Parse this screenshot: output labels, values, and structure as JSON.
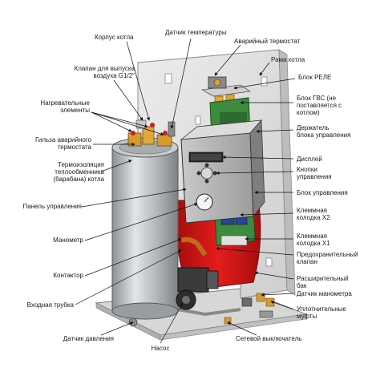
{
  "labels": {
    "korpus": "Корпус котла",
    "datchik_temp": "Датчик температуры",
    "avar_termostat": "Аварийный термостат",
    "rama": "Рама котла",
    "klapan_line1": "Клапан для выпуска",
    "klapan_line2": "воздуха G1/2\"",
    "blok_rele": "Блок РЕЛЕ",
    "nagrev_line1": "Нагревательные",
    "nagrev_line2": "элементы",
    "blok_gvs_line1": "Блок ГВС (не",
    "blok_gvs_line2": "поставляется с",
    "blok_gvs_line3": "котлом)",
    "gilza_line1": "Гильза аварийного",
    "gilza_line2": "термостата",
    "derzhatel_line1": "Держатель",
    "derzhatel_line2": "блока управления",
    "izol_line1": "Термоизоляция",
    "izol_line2": "теплообменника",
    "izol_line3": "(барабана) котла",
    "displei": "Дисплей",
    "knopki_line1": "Кнопки",
    "knopki_line2": "управления",
    "blok_upr": "Блок управления",
    "panel_upr": "Панель управления",
    "kolodka_x2_line1": "Клеммная",
    "kolodka_x2_line2": "колодка X2",
    "manometr": "Манометр",
    "kolodka_x1_line1": "Клеммная",
    "kolodka_x1_line2": "колодка X1",
    "predohr_line1": "Предохранительный",
    "predohr_line2": "клапан",
    "kontaktor": "Контактор",
    "rasshir_line1": "Расширительный",
    "rasshir_line2": "бак",
    "datchik_manometra": "Датчик манометра",
    "vhodnaya": "Входная трубка",
    "uplotn_line1": "Уплотнительные",
    "uplotn_line2": "муфты",
    "datchik_davl": "Датчик давления",
    "nasos": "Насос",
    "setevoi": "Сетевой выключатель"
  },
  "colors": {
    "frame": "#dcdcdc",
    "cylinder": "#b5b8bb",
    "red_tank": "#d01515",
    "orange_brass": "#d79a2c",
    "green_board": "#3a8a3a",
    "pump": "#3a3a3a",
    "arrow": "#111111"
  }
}
